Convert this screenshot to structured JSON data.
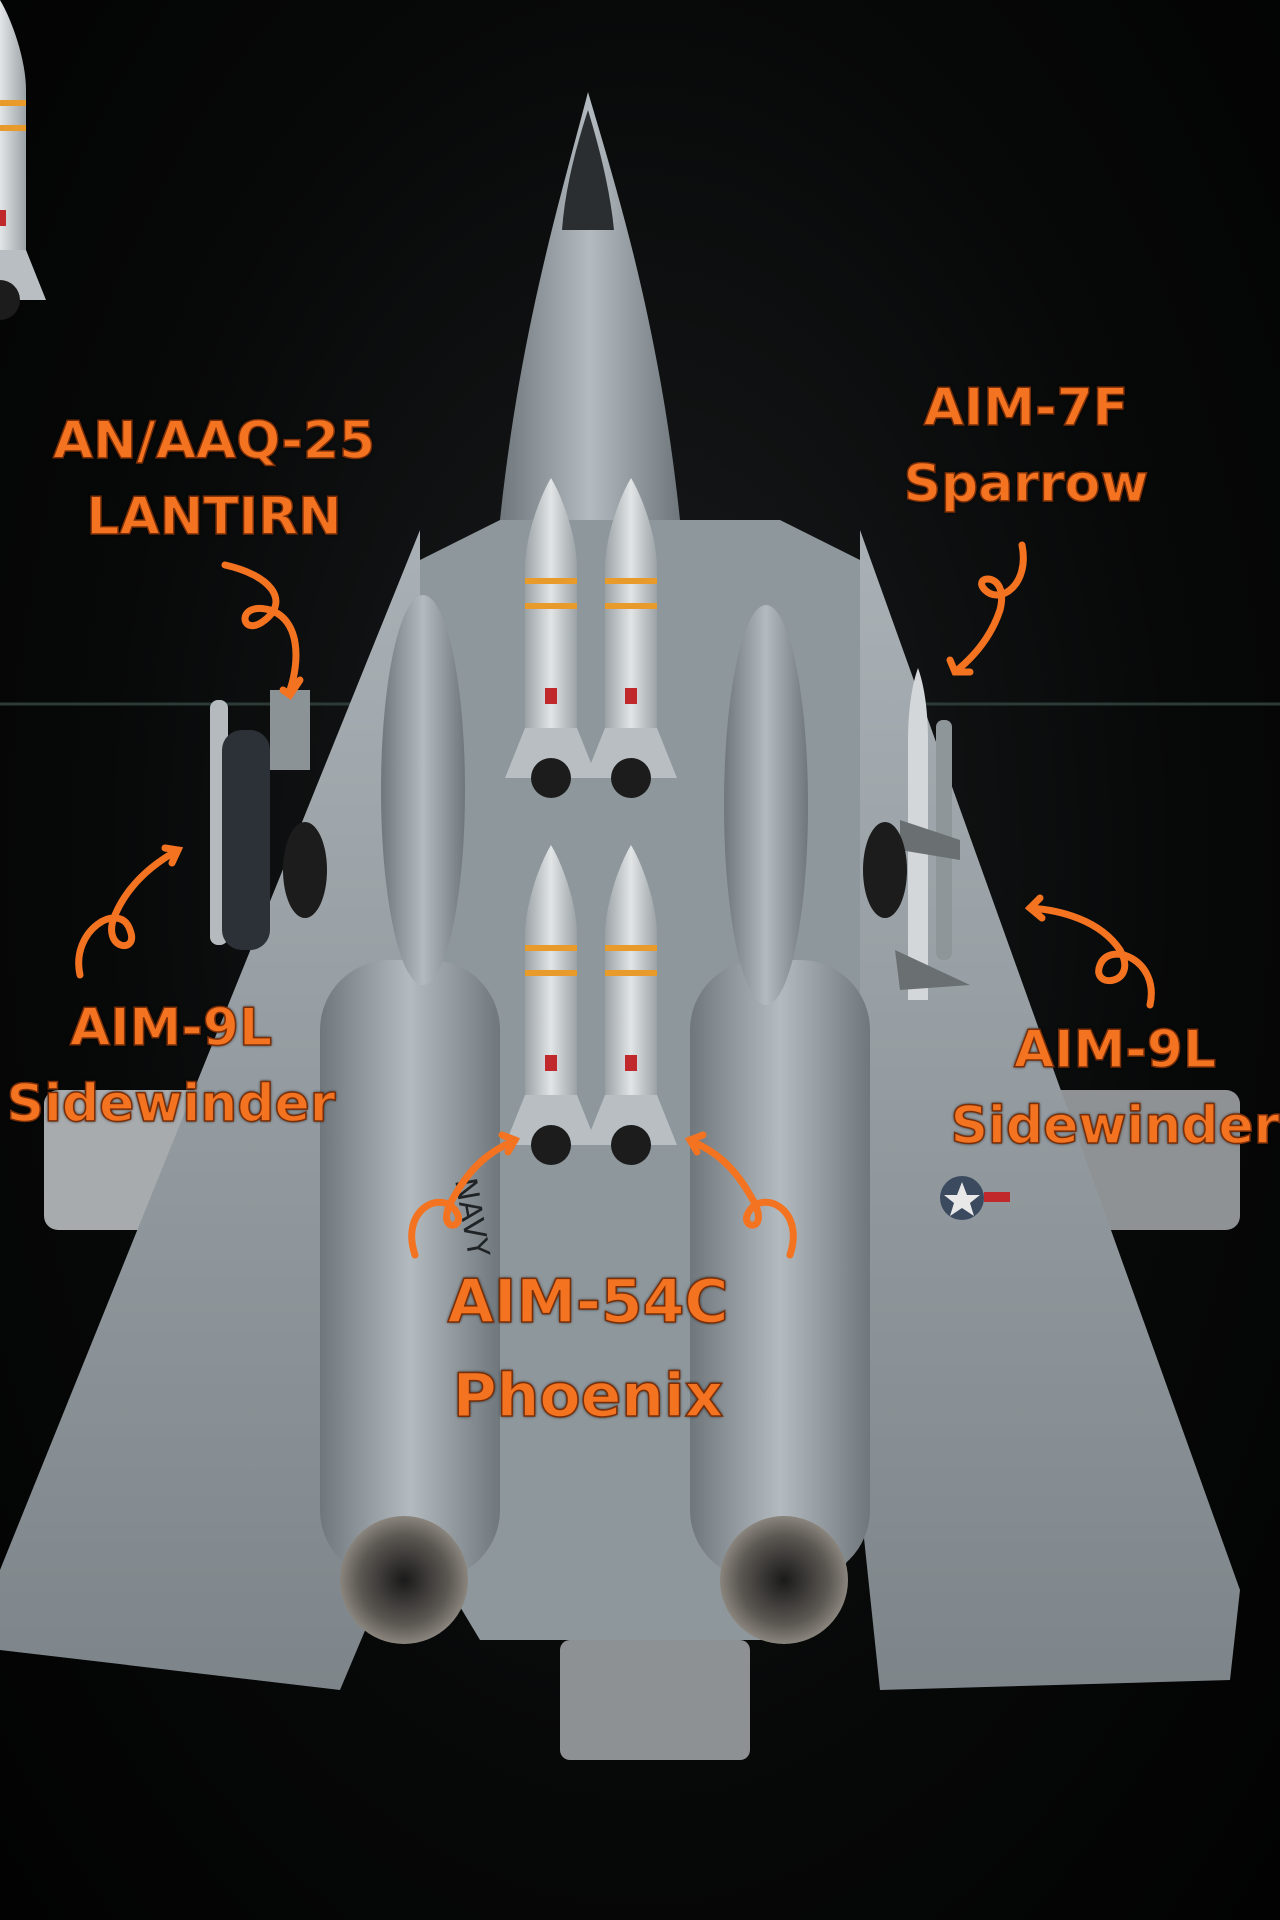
{
  "annotations": {
    "lantirn": {
      "line1": "AN/AAQ-25",
      "line2": "LANTIRN"
    },
    "sparrow": {
      "line1": "AIM-7F",
      "line2": "Sparrow"
    },
    "sidewinder_left": {
      "line1": "AIM-9L",
      "line2": "Sidewinder"
    },
    "sidewinder_right": {
      "line1": "AIM-9L",
      "line2": "Sidewinder"
    },
    "phoenix": {
      "line1": "AIM-54C",
      "line2": "Phoenix"
    }
  },
  "aircraft_marking": "NAVY",
  "colors": {
    "annotation": "#f47321",
    "aircraft": "#9ea7ad",
    "background": "#050505"
  }
}
